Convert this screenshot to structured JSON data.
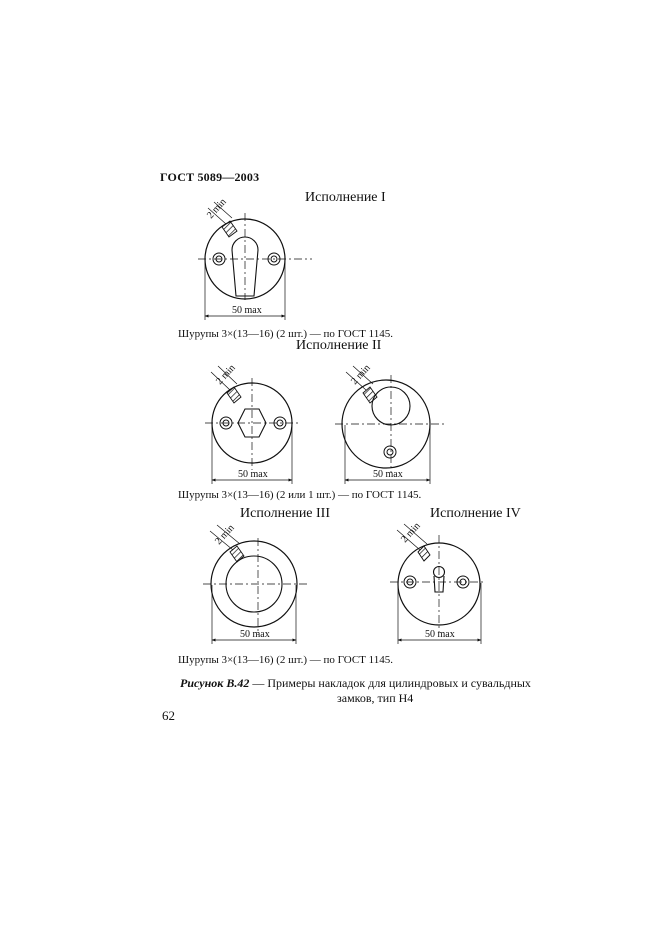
{
  "header": "ГОСТ 5089—2003",
  "sections": {
    "v1_title": "Исполнение I",
    "v2_title": "Исполнение II",
    "v3_title": "Исполнение III",
    "v4_title": "Исполнение IV"
  },
  "notes": {
    "screws_1": "Шурупы 3×(13—16) (2 шт.) — по ГОСТ 1145.",
    "screws_2": "Шурупы 3×(13—16) (2 или 1 шт.) — по ГОСТ 1145.",
    "screws_3": "Шурупы 3×(13—16) (2 шт.) — по ГОСТ 1145."
  },
  "dimension_labels": {
    "width": "50 max",
    "thickness": "2 min"
  },
  "caption": {
    "lead": "Рисунок В.42",
    "text": " — Примеры накладок для цилиндровых и сувальдных",
    "line2": "замков, тип Н4"
  },
  "page_number": "62"
}
